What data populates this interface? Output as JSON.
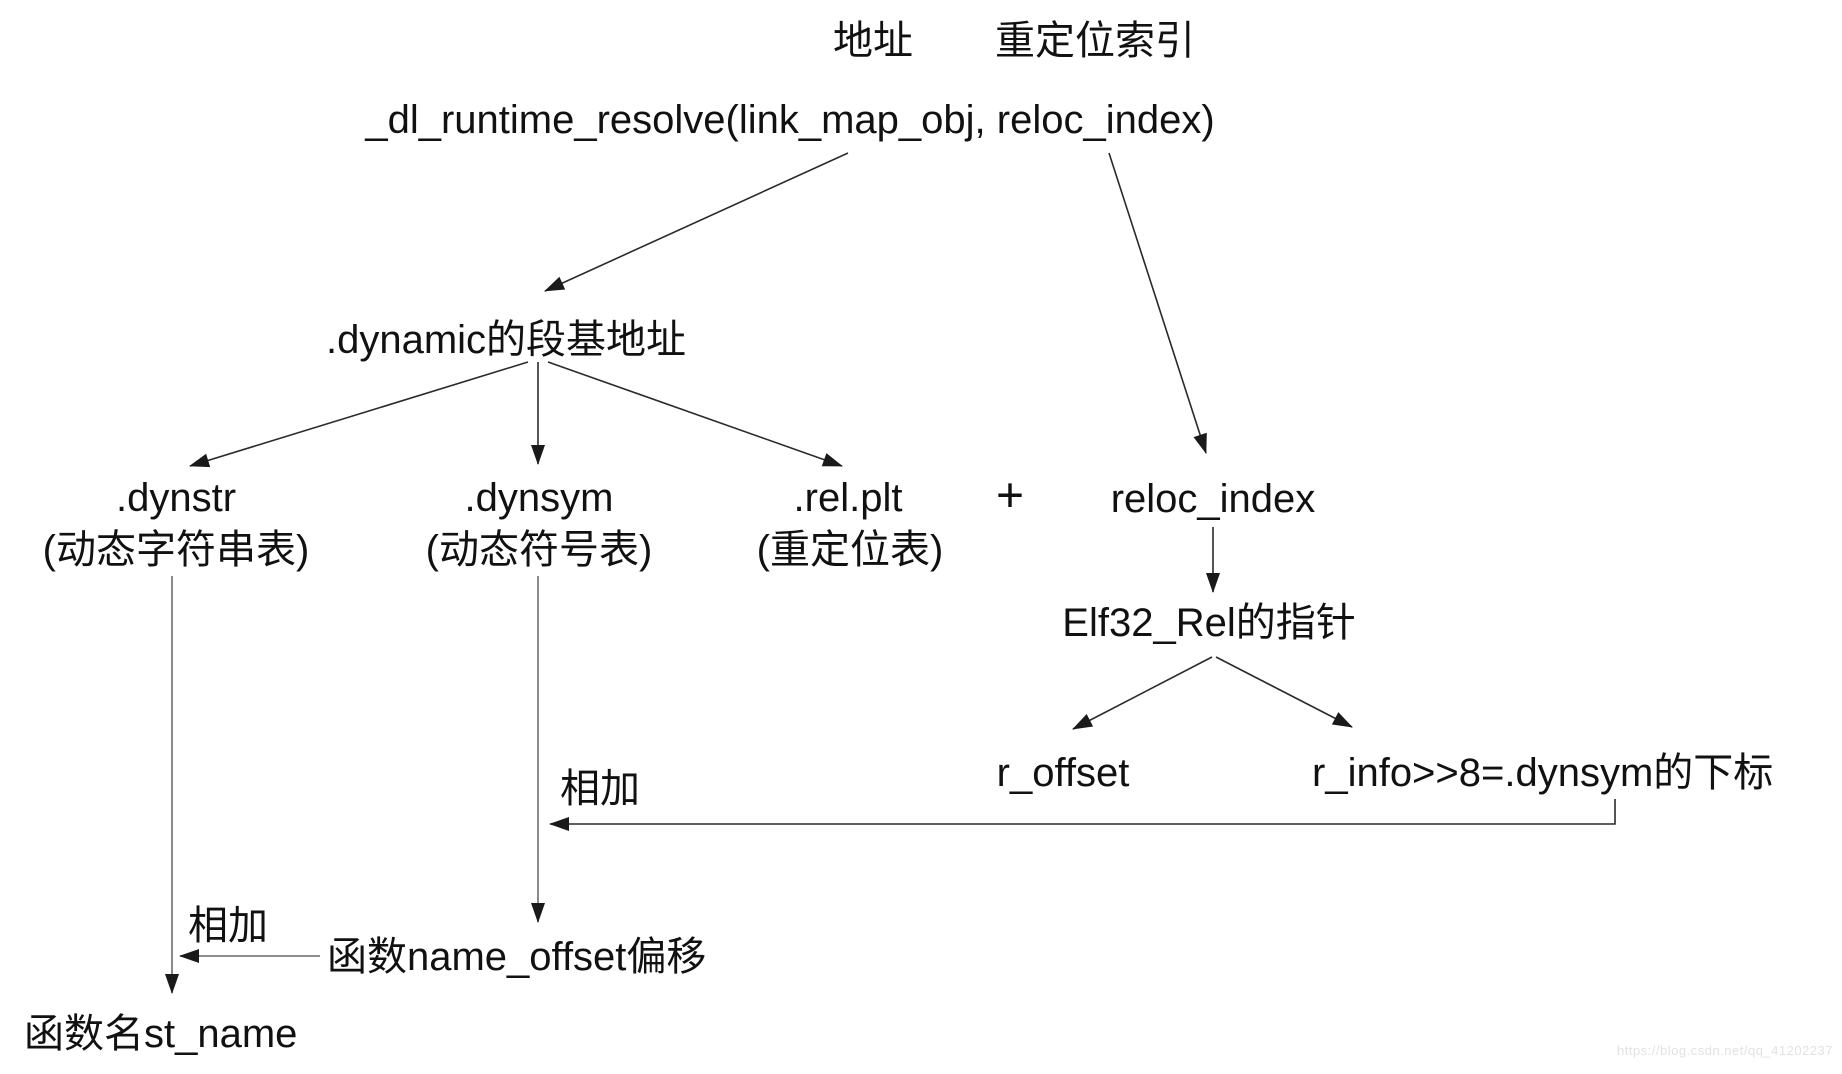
{
  "diagram": {
    "top_labels": {
      "address": "地址",
      "reloc_index": "重定位索引"
    },
    "function_call": "_dl_runtime_resolve(link_map_obj, reloc_index)",
    "nodes": {
      "dynamic_base": ".dynamic的段基地址",
      "dynstr": ".dynstr",
      "dynstr_note": "(动态字符串表)",
      "dynsym": ".dynsym",
      "dynsym_note": "(动态符号表)",
      "rel_plt": ".rel.plt",
      "rel_plt_note": "(重定位表)",
      "plus_sign": "+",
      "reloc_index": "reloc_index",
      "elf32_rel_pointer": "Elf32_Rel的指针",
      "r_offset": "r_offset",
      "r_info": "r_info>>8=.dynsym的下标",
      "add_upper": "相加",
      "add_lower": "相加",
      "name_offset": "函数name_offset偏移",
      "st_name": "函数名st_name"
    },
    "watermark": "https://blog.csdn.net/qq_41202237",
    "colors": {
      "text": "#111111",
      "line": "#2a2a2a",
      "line_soft": "#7d7d7d",
      "arrowhead": "#1a1a1a",
      "watermark": "#e2e2e2",
      "background": "#ffffff"
    }
  }
}
